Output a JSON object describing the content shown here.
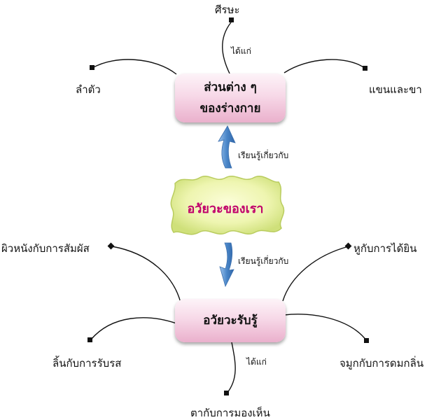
{
  "center": {
    "label": "อวัยวะของเรา"
  },
  "top_node": {
    "line1": "ส่วนต่าง ๆ",
    "line2": "ของร่างกาย"
  },
  "bottom_node": {
    "label": "อวัยวะรับรู้"
  },
  "arrow_labels": {
    "up": "เรียนรู้เกี่ยวกับ",
    "down": "เรียนรู้เกี่ยวกับ"
  },
  "link_labels": {
    "top": "ได้แก่",
    "bottom": "ได้แก่"
  },
  "top_leaves": {
    "head": "ศีรษะ",
    "torso": "ลำตัว",
    "limbs": "แขนและขา"
  },
  "bottom_leaves": {
    "skin": "ผิวหนังกับการสัมผัส",
    "ear": "หูกับการได้ยิน",
    "tongue": "ลิ้นกับการรับรส",
    "nose": "จมูกกับการดมกลิ่น",
    "eye": "ตากับการมองเห็น"
  },
  "colors": {
    "center_text": "#c0006b",
    "center_fill": "#e9f2a2",
    "node_fill": "#f2c4da",
    "arrow": "#4a86c8",
    "wire": "#111111"
  }
}
